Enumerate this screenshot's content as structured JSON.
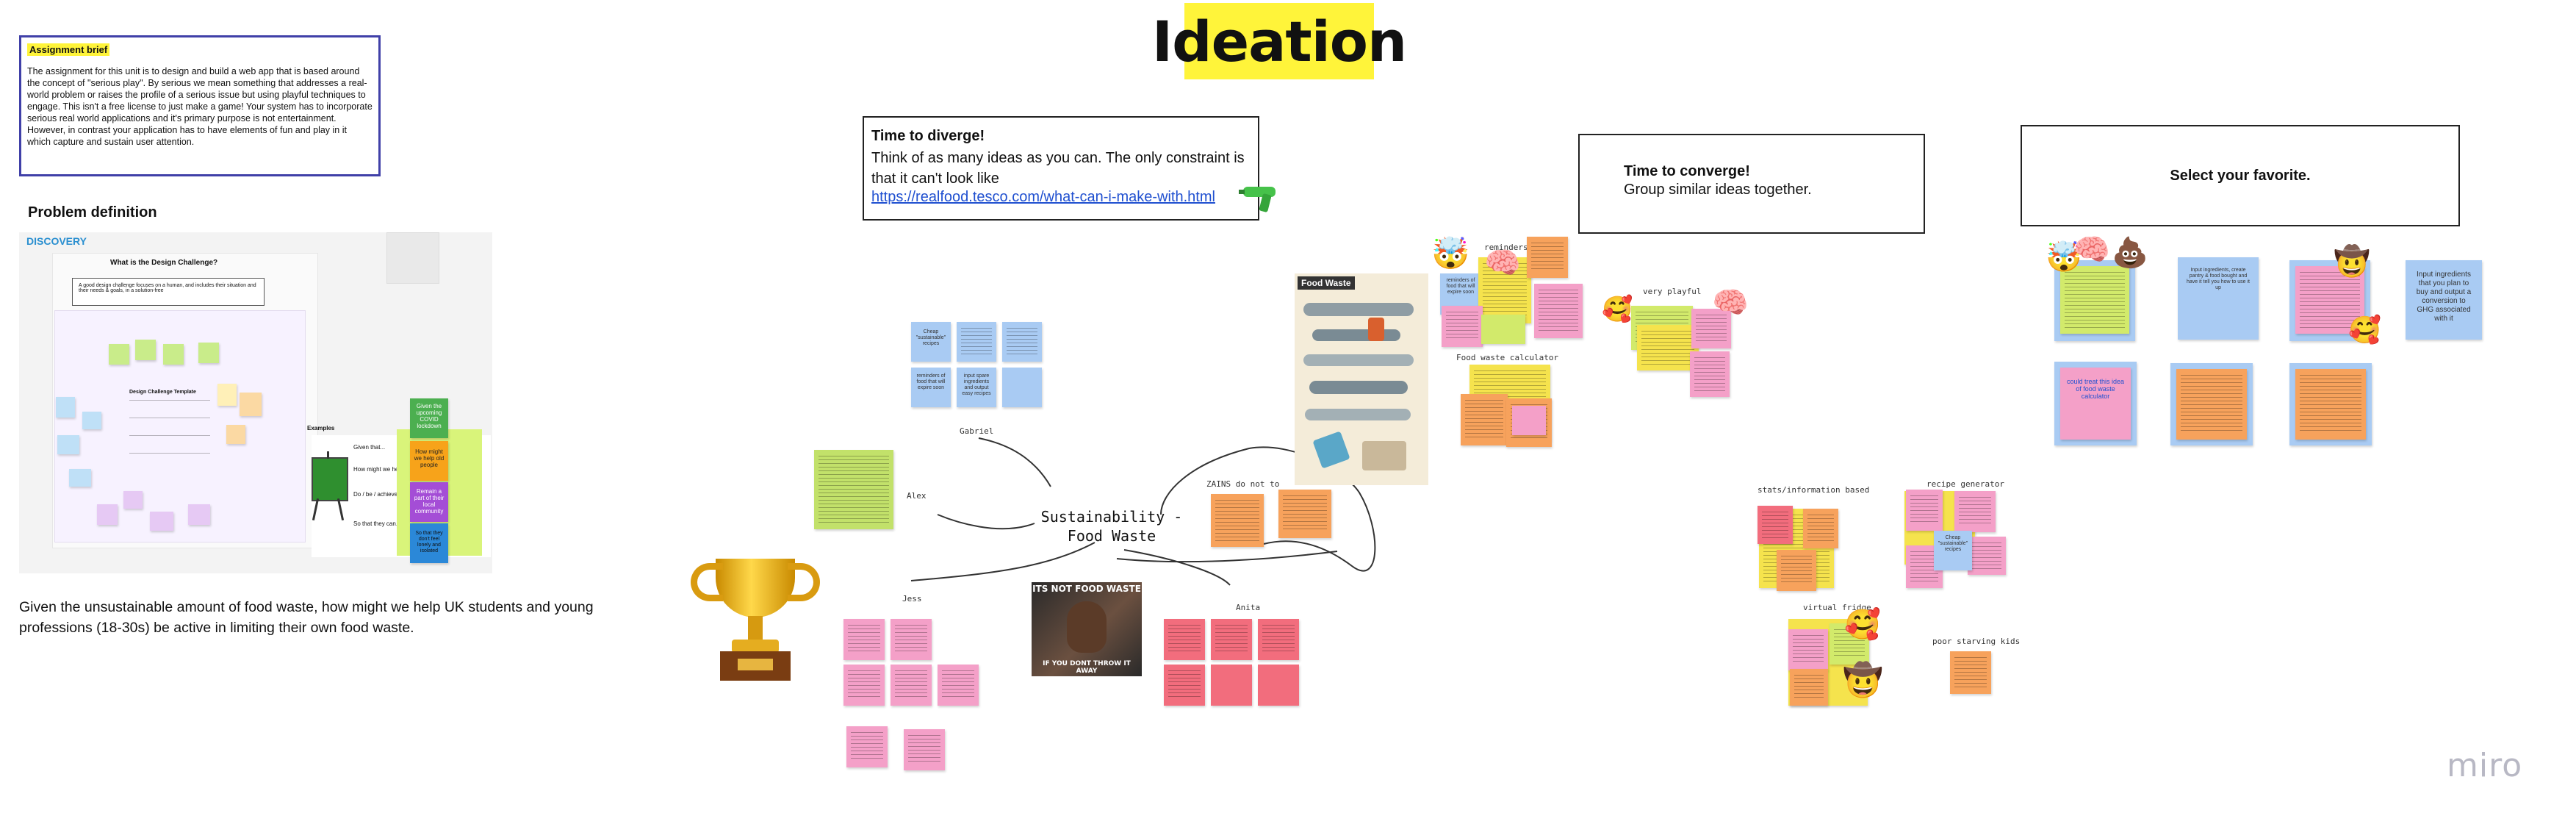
{
  "title": "Ideation",
  "brief": {
    "heading": "Assignment brief",
    "text": "The assignment for this unit is to design and build a web app that is based around the concept of \"serious play\". By serious we mean something that addresses a real-world problem or raises the profile of a serious issue but using playful techniques to engage. This isn't a free license to just make a game! Your system has to incorporate serious real world applications and it's primary purpose is not entertainment. However, in contrast your application has to have elements of fun and play in it which capture and sustain user attention."
  },
  "problem": {
    "heading": "Problem definition",
    "discovery_label": "DISCOVERY",
    "board_title": "What is the Design Challenge?",
    "board_intro": "A good design challenge focuses on a human, and includes their situation and their needs & goals, in a solution-free",
    "template_title": "Design Challenge Template",
    "examples_label": "Examples",
    "example_rows": [
      "Given that...",
      "How might we help...",
      "Do / be / achieve...",
      "So that they can..."
    ],
    "example_notes": [
      "Given the upcoming COVID lockdown",
      "How might we help old people",
      "Remain a part of their local community",
      "So that they don't feel lonely and isolated"
    ],
    "statement": "Given the unsustainable amount of food waste, how might we help UK students and young professions (18-30s) be active in limiting their own food waste."
  },
  "diverge": {
    "heading": "Time to diverge!",
    "text": "Think of as many ideas as you can. The only constraint is that it can't look like",
    "link": "https://realfood.tesco.com/what-can-i-make-with.html"
  },
  "converge": {
    "heading": "Time to converge!",
    "text": "Group similar ideas together."
  },
  "favorite": {
    "heading": "Select your favorite."
  },
  "center_topic": [
    "Sustainability -",
    "Food Waste"
  ],
  "branch_labels": {
    "gabriel": "Gabriel",
    "alex": "Alex",
    "jess": "Jess",
    "anita": "Anita",
    "zains": "ZAINS do not to"
  },
  "gabriel_notes": [
    "Cheap \"sustainable\" recipes",
    "Input ingredients that you plan to buy and output a conversion to GHG associated with it",
    "reminders of food that will expire soon",
    "input spare ingredients and output easy recipes"
  ],
  "meme": {
    "top": "ITS NOT FOOD WASTE",
    "bottom": "IF YOU DONT THROW IT AWAY"
  },
  "poster_title": "Food Waste",
  "cluster_labels": {
    "reminders": "reminders",
    "food_waste_calc": "Food waste calculator",
    "very_playful": "very playful",
    "stats": "stats/information based",
    "recipe_gen": "recipe generator",
    "virtual_fridge": "virtual fridge",
    "poor_kids": "poor starving kids"
  },
  "reminders_note": "reminders of food that will expire soon",
  "recipe_note": "Cheap \"sustainable\" recipes",
  "favorites": {
    "note1": "Input ingredients, create pantry & food bought and have it tell you how to use it up",
    "note_link": "could treat this idea of food waste calculator",
    "note_ghg": "Input ingredients that you plan to buy and output a conversion to GHG associated with it"
  },
  "brand": "miro",
  "colors": {
    "title_bg": "#fff43a",
    "yellow": "#f5e34d",
    "orange": "#f7a25c",
    "pink": "#f4a0c8",
    "blue": "#a9cbf3",
    "green": "#d2ea6b",
    "red": "#f26d7d",
    "accent": "#4040a8",
    "link": "#2050d0"
  },
  "icons": [
    "trophy-icon",
    "water-gun-icon",
    "mind-blown-emoji",
    "brain-emoji",
    "poop-emoji",
    "cowboy-emoji",
    "smiling-hearts-emoji"
  ]
}
